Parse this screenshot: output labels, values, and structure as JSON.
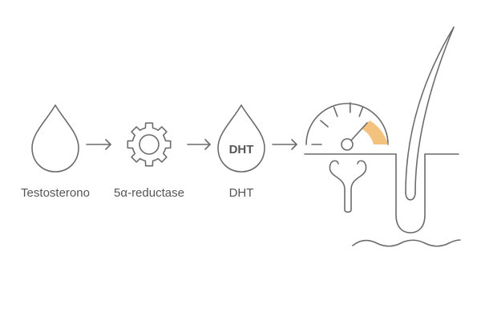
{
  "steps": [
    {
      "label": "Testosterono",
      "icon": "droplet-icon"
    },
    {
      "label": "5α-reductase",
      "icon": "gear-icon"
    },
    {
      "label": "DHT",
      "icon": "droplet-icon",
      "inner_text": "DHT"
    }
  ],
  "receptor": {
    "icon": "gauge-icon",
    "receptor_icon": "androgen-receptor-icon",
    "level_color": "#F3C27E"
  },
  "follicle": {
    "icon": "hair-follicle-icon"
  },
  "colors": {
    "stroke": "#6b6b6b",
    "text": "#555555",
    "accent": "#F3C27E",
    "background": "#ffffff"
  }
}
